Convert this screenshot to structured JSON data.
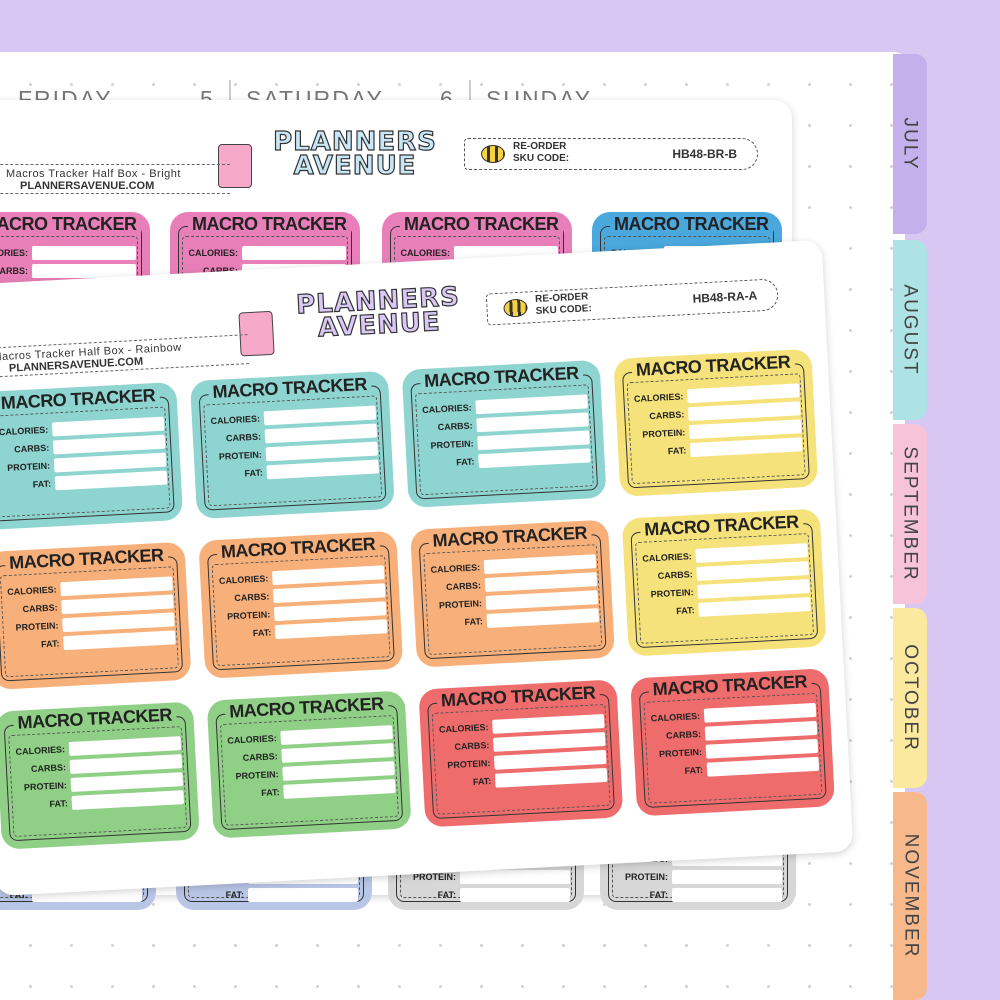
{
  "planner": {
    "days": [
      {
        "num": "",
        "name": "FRIDAY"
      },
      {
        "num": "5",
        "name": "SATURDAY"
      },
      {
        "num": "6",
        "name": "SUNDAY"
      }
    ],
    "tabs": [
      {
        "label": "JULY",
        "color": "#c4b0ea"
      },
      {
        "label": "AUGUST",
        "color": "#aee3e6"
      },
      {
        "label": "SEPTEMBER",
        "color": "#f6c3d8"
      },
      {
        "label": "OCTOBER",
        "color": "#fbe9a0"
      },
      {
        "label": "NOVEMBER",
        "color": "#f7b88c"
      }
    ]
  },
  "back_sheet": {
    "brand": "PLANNERS AVENUE",
    "product": "Macros Tracker Half Box - Bright",
    "url": "PLANNERSAVENUE.COM",
    "reorder_label": "RE-ORDER",
    "sku_label": "SKU CODE:",
    "sku": "HB48-BR-B",
    "colors": [
      "#e97fb9",
      "#e97fb9",
      "#e97fb9",
      "#4aa8dc"
    ]
  },
  "front_sheet": {
    "brand": "PLANNERS AVENUE",
    "product": "Macros Tracker Half Box - Rainbow",
    "url": "PLANNERSAVENUE.COM",
    "reorder_label": "RE-ORDER",
    "sku_label": "SKU CODE:",
    "sku": "HB48-RA-A",
    "watermark": "PLANNERS AVENUE"
  },
  "sticker": {
    "title": "MACRO TRACKER",
    "fields": [
      "CALORIES:",
      "CARBS:",
      "PROTEIN:",
      "FAT:"
    ]
  },
  "front_colors": [
    [
      "#8ed4d0",
      "#8ed4d0",
      "#8ed4d0",
      "#f6e27a"
    ],
    [
      "#f7b07a",
      "#f7b07a",
      "#f7b07a",
      "#f6e27a"
    ],
    [
      "#8fcf86",
      "#8fcf86",
      "#ee6c6c",
      "#ee6c6c"
    ]
  ],
  "bottom_colors": [
    "#b9c6e6",
    "#b9c6e6",
    "#d7d7d7",
    "#d7d7d7"
  ]
}
